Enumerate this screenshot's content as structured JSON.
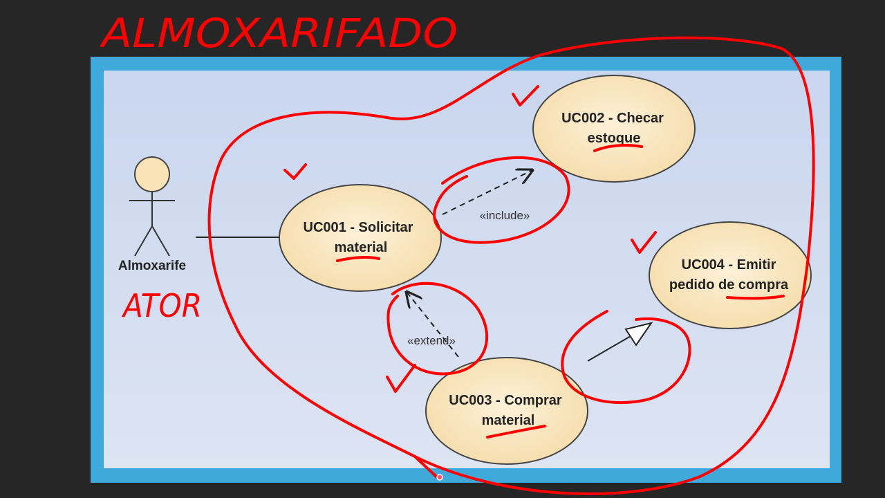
{
  "annotation": {
    "title": "ALMOXARIFADO",
    "actor_note": "ATOR"
  },
  "diagram": {
    "actor": {
      "name": "Almoxarife"
    },
    "use_cases": [
      {
        "id": "uc001",
        "line1": "UC001 - Solicitar",
        "line2": "material"
      },
      {
        "id": "uc002",
        "line1": "UC002 - Checar",
        "line2": "estoque"
      },
      {
        "id": "uc003",
        "line1": "UC003 - Comprar",
        "line2": "material"
      },
      {
        "id": "uc004",
        "line1": "UC004 - Emitir",
        "line2": "pedido de compra"
      }
    ],
    "relations": [
      {
        "type": "include",
        "label": "«include»"
      },
      {
        "type": "extend",
        "label": "«extend»"
      }
    ]
  },
  "colors": {
    "background": "#262626",
    "frame": "#3fa9dc",
    "canvas": "#d2dcef",
    "use_case_fill": "#fbe8c2",
    "use_case_stroke": "#444444",
    "ink_red": "#ff0000"
  }
}
